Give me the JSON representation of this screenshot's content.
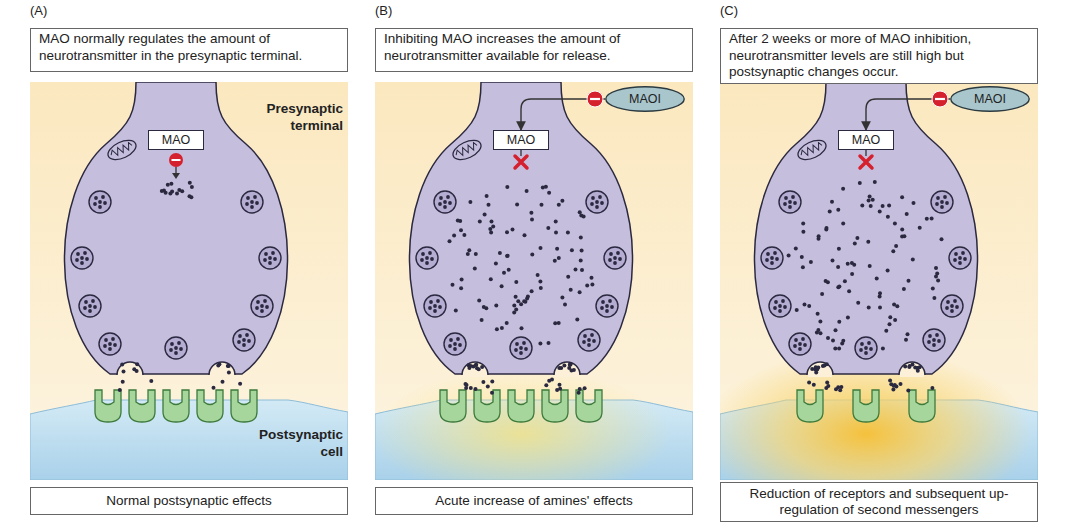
{
  "diagram": {
    "nodes": [
      {
        "text": [
          "MAO normally regulates the amount of neurotransmitter in the presynaptic terminal."
        ]
      },
      {
        "text": [
          "MAO"
        ]
      },
      {
        "text": [
          "Normal postsynaptic effects"
        ]
      },
      {
        "text": [
          "Inhibiting MAO increases the amount of neurotransmitter available for release."
        ]
      },
      {
        "text": [
          "MAOI"
        ]
      },
      {
        "text": [
          "MAO"
        ]
      },
      {
        "text": [
          "Acute increase of amines' effects"
        ]
      },
      {
        "text": [
          "After 2 weeks or more of MAO inhibition, neurotransmitter levels are still high but postsynaptic changes occur."
        ]
      },
      {
        "text": [
          "MAOI"
        ]
      },
      {
        "text": [
          "MAO"
        ]
      },
      {
        "text": [
          "Reduction of receptors and subsequent up-regulation of second messengers"
        ]
      }
    ],
    "edges": [
      {
        "from": 4,
        "to": 5,
        "arrow": "to"
      },
      {
        "from": 8,
        "to": 9,
        "arrow": "to"
      }
    ],
    "labels": [
      "(A)",
      "Presynaptic terminal",
      "Postsynaptic cell",
      "(B)",
      "(C)"
    ]
  }
}
